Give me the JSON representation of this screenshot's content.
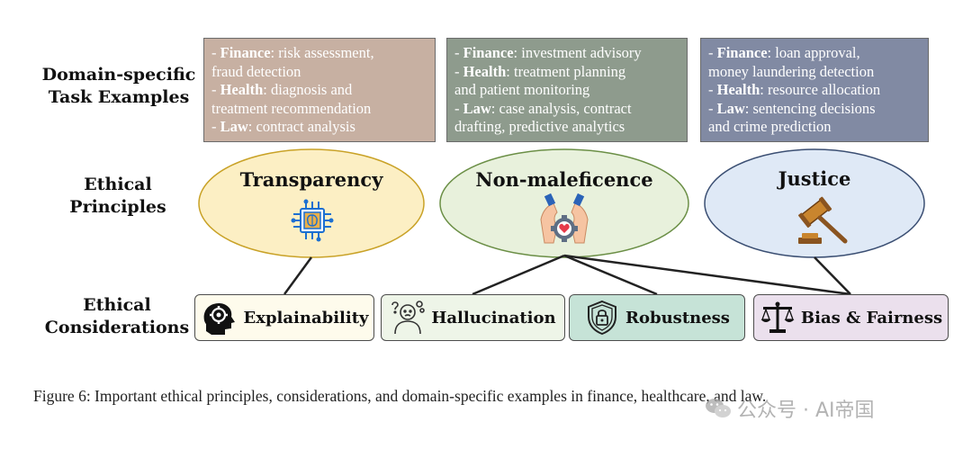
{
  "labels": {
    "tasks": [
      "Domain-specific",
      "Task Examples"
    ],
    "principles": [
      "Ethical",
      "Principles"
    ],
    "considerations": [
      "Ethical",
      "Considerations"
    ]
  },
  "task_boxes": [
    {
      "color": "#c7b0a2",
      "lines": [
        {
          "prefix": "- ",
          "bold": "Finance",
          "text": ": risk assessment,"
        },
        {
          "prefix": "",
          "bold": "",
          "text": "fraud detection"
        },
        {
          "prefix": "- ",
          "bold": "Health",
          "text": ": diagnosis and"
        },
        {
          "prefix": "",
          "bold": "",
          "text": "treatment recommendation"
        },
        {
          "prefix": "- ",
          "bold": "Law",
          "text": ": contract analysis"
        }
      ]
    },
    {
      "color": "#8e9b8d",
      "lines": [
        {
          "prefix": "- ",
          "bold": "Finance",
          "text": ": investment advisory"
        },
        {
          "prefix": "- ",
          "bold": "Health",
          "text": ": treatment planning"
        },
        {
          "prefix": "",
          "bold": "",
          "text": "and patient monitoring"
        },
        {
          "prefix": "- ",
          "bold": "Law",
          "text": ": case analysis, contract"
        },
        {
          "prefix": "",
          "bold": "",
          "text": "drafting, predictive analytics"
        }
      ]
    },
    {
      "color": "#818aa3",
      "lines": [
        {
          "prefix": "- ",
          "bold": "Finance",
          "text": ": loan approval,"
        },
        {
          "prefix": "",
          "bold": "",
          "text": "money laundering detection"
        },
        {
          "prefix": "- ",
          "bold": "Health",
          "text": ": resource allocation"
        },
        {
          "prefix": "- ",
          "bold": "Law",
          "text": ": sentencing decisions"
        },
        {
          "prefix": "",
          "bold": "",
          "text": "and crime prediction"
        }
      ]
    }
  ],
  "principles": [
    {
      "title": "Transparency",
      "fill": "#fcefc4",
      "stroke": "#c9a227",
      "icon": "ai-chip-icon"
    },
    {
      "title": "Non-maleficence",
      "fill": "#e8f1dc",
      "stroke": "#6b8f46",
      "icon": "caring-hands-gear-icon"
    },
    {
      "title": "Justice",
      "fill": "#dfe9f6",
      "stroke": "#3b4f73",
      "icon": "gavel-icon"
    }
  ],
  "considerations": [
    {
      "label": "Explainability",
      "fill": "#fefbec",
      "icon": "brain-gear-head-icon"
    },
    {
      "label": "Hallucination",
      "fill": "#eef5e8",
      "icon": "confused-person-icon"
    },
    {
      "label": "Robustness",
      "fill": "#c6e3d7",
      "icon": "shield-lock-icon"
    },
    {
      "label": "Bias & Fairness",
      "fill": "#ebe0ed",
      "icon": "balance-scale-icon"
    }
  ],
  "caption": "Figure 6: Important ethical principles, considerations, and domain-specific examples in finance, healthcare, and law.",
  "watermark": "公众号 · AI帝国"
}
